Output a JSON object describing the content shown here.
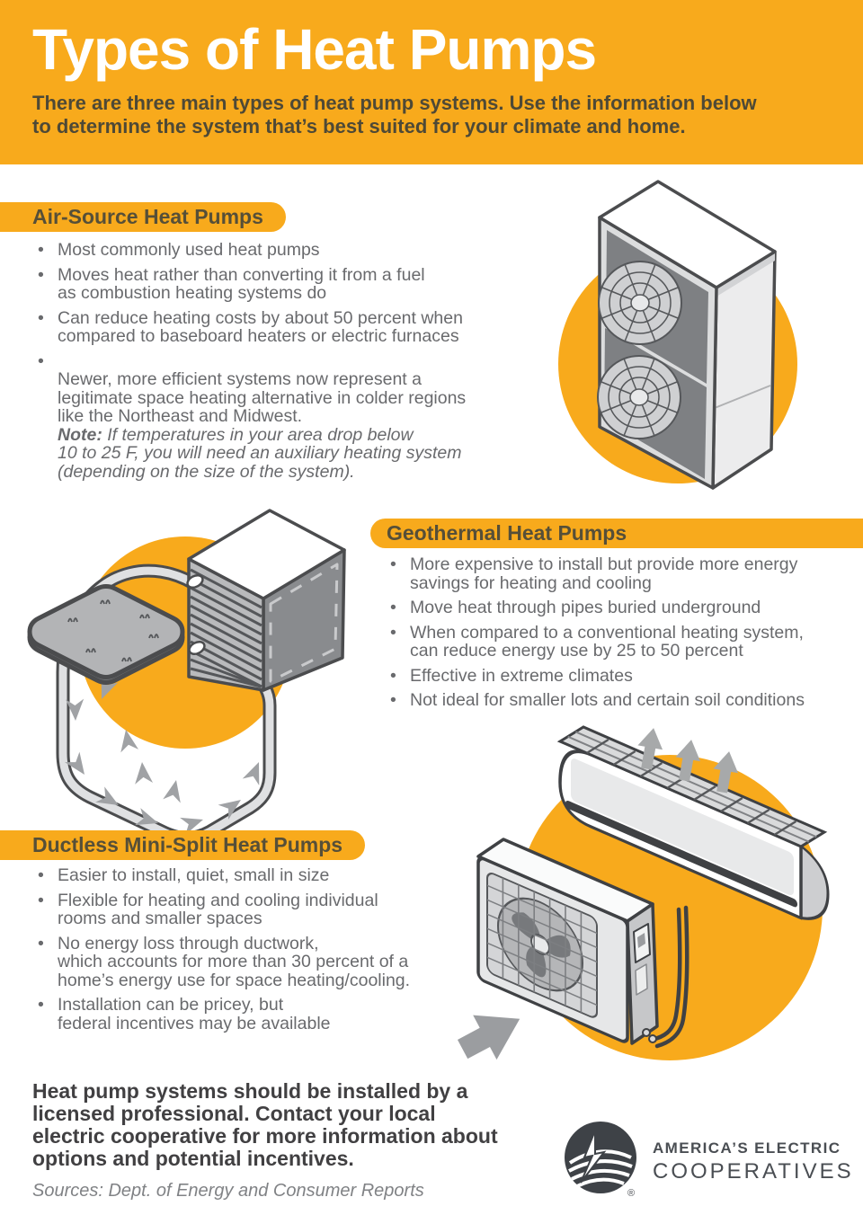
{
  "colors": {
    "accent_orange": "#F8AA1C",
    "heading_text": "#564F38",
    "subtitle_text": "#4E4936",
    "body_text": "#696A6D",
    "footer_text": "#414042",
    "logo_gray": "#4A4E53",
    "illustration_outline": "#4B4C4E",
    "illustration_gray": "#A0A2A5"
  },
  "header": {
    "title": "Types of Heat Pumps",
    "subtitle": "There are three main types of heat pump systems. Use the information below\nto determine the system that’s best suited for your climate and home."
  },
  "sections": {
    "air_source": {
      "heading": "Air-Source Heat Pumps",
      "bullets": [
        "Most commonly used heat pumps",
        "Moves heat rather than converting it from a fuel\nas combustion heating systems do",
        "Can reduce heating costs by about 50 percent when\ncompared to baseboard heaters or electric furnaces",
        "Newer, more efficient systems now represent a\nlegitimate space heating alternative in colder regions\nlike the Northeast and Midwest."
      ],
      "note_label": "Note:",
      "note_text": " If temperatures in your area drop below\n10 to 25 F, you will need an auxiliary heating system\n(depending on the size of the system)."
    },
    "geothermal": {
      "heading": "Geothermal Heat Pumps",
      "bullets": [
        "More expensive to install but provide more energy\nsavings for heating and cooling",
        "Move heat through pipes buried underground",
        "When compared to a conventional heating system,\ncan reduce energy use by 25 to 50 percent",
        "Effective in extreme climates",
        "Not ideal for smaller lots and certain soil conditions"
      ]
    },
    "ductless": {
      "heading": "Ductless Mini-Split Heat Pumps",
      "bullets": [
        "Easier to install, quiet, small in size",
        "Flexible for heating and cooling individual\nrooms and smaller spaces",
        "No energy loss through ductwork,\nwhich accounts for more than 30 percent of a\nhome’s energy use for space heating/cooling.",
        "Installation can be pricey, but\nfederal incentives may be available"
      ]
    }
  },
  "footer": {
    "message": "Heat pump systems should be installed by a\nlicensed professional. Contact your local\nelectric cooperative for more information about\noptions and potential incentives.",
    "sources": "Sources: Dept. of Energy and Consumer Reports",
    "logo_line1": "AMERICA’S ELECTRIC",
    "logo_line2": "COOPERATIVES",
    "registered": "®"
  }
}
